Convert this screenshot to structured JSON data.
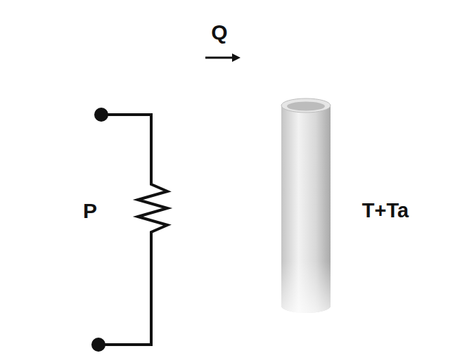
{
  "diagram": {
    "labels": [
      "Q",
      "P",
      "T+Ta"
    ]
  }
}
